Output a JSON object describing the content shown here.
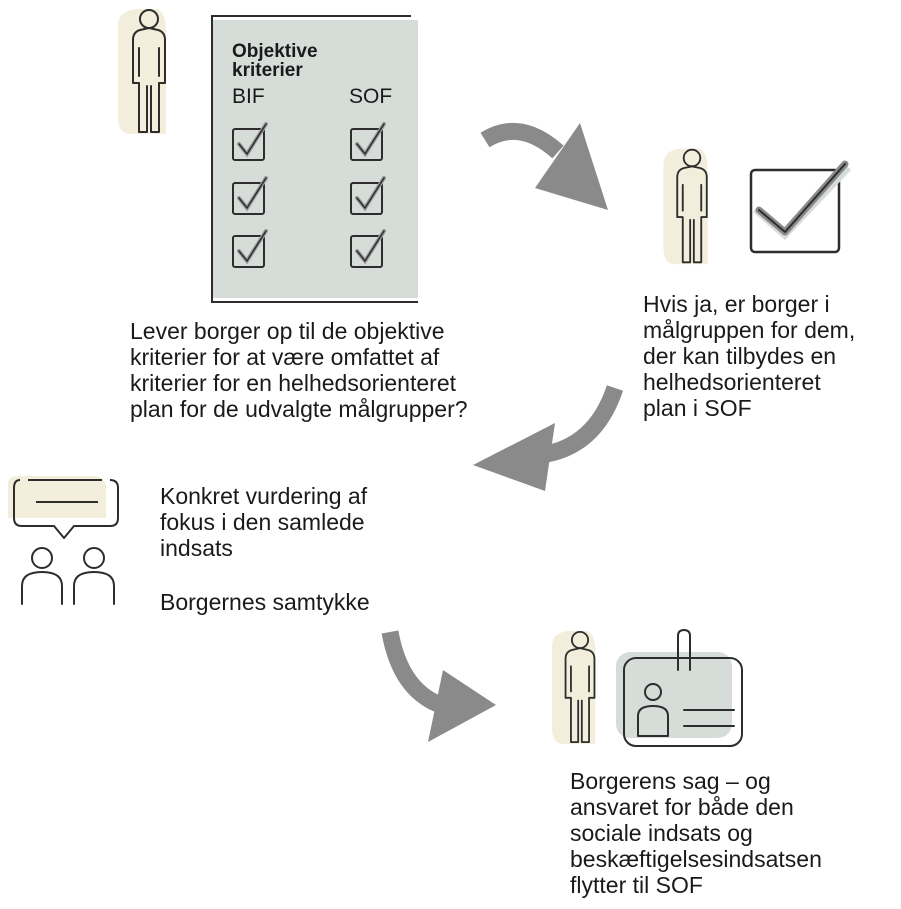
{
  "document": {
    "heading": "Objektive\nkriterier",
    "col_left": "BIF",
    "col_right": "SOF"
  },
  "texts": {
    "criteria_question": "Lever borger op til de objektive\nkriterier for at være omfattet af\nkriterier for en helhedsorienteret\nplan for de udvalgte målgrupper?",
    "target_group": "Hvis ja, er borger i\nmålgruppen for dem,\nder kan tilbydes en\nhelhedsorienteret\nplan i SOF",
    "assessment": "Konkret vurdering af\nfokus i den samlede\nindsats",
    "consent": "Borgernes samtykke",
    "case_transfer": "Borgerens sag – og\nansvaret for både den\nsociale indsats og\nbeskæftigelsesindsatsen\nflytter til SOF"
  },
  "icons": [
    "person-icon",
    "checklist-document-icon",
    "checkbox-checked-icon",
    "chat-bubble-icon",
    "two-people-icon",
    "id-badge-icon",
    "arrow-icon"
  ],
  "colors": {
    "stroke": "#2d2d2d",
    "doc_fill": "#d6ddd9",
    "person_fill": "#f3eedc",
    "arrow": "#8a8a8a",
    "check": "#9a9a9a"
  }
}
